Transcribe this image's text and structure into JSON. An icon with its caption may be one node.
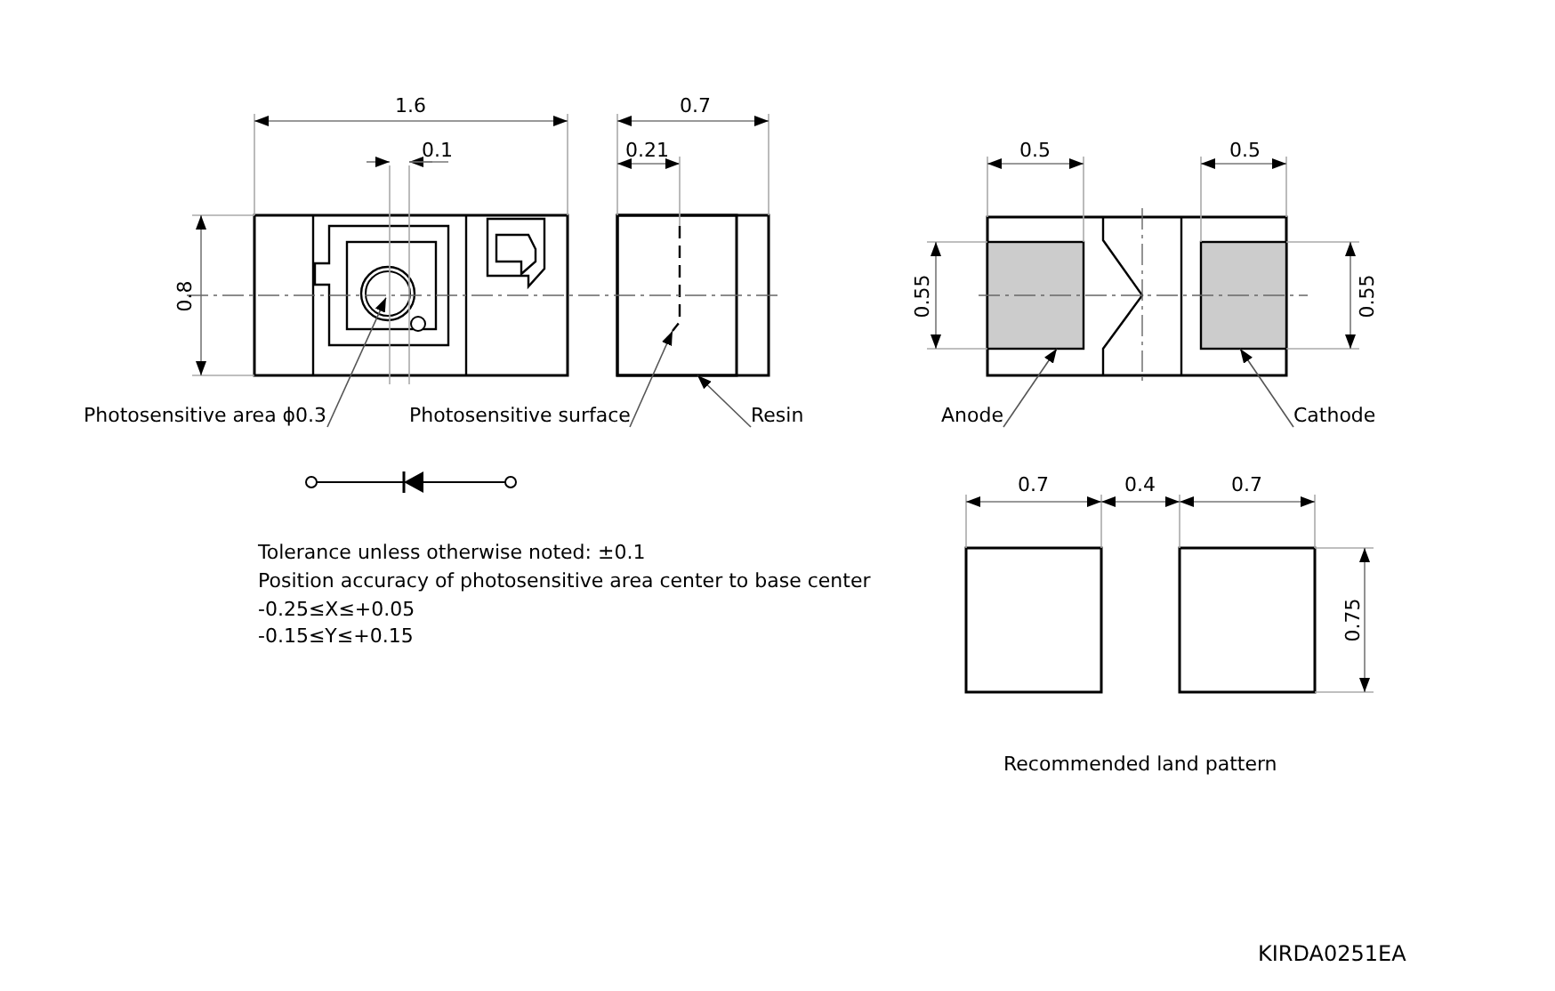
{
  "diagram": {
    "nodes": [
      {
        "text": [
          "Photosensitive area ϕ0.3"
        ]
      },
      {
        "text": [],
        "shape": "circle"
      },
      {
        "text": [
          "Photosensitive surface"
        ]
      },
      {
        "text": [
          "Resin"
        ]
      },
      {
        "text": [],
        "shape": "box"
      },
      {
        "text": [
          "Anode"
        ]
      },
      {
        "text": [],
        "shape": "box"
      },
      {
        "text": [
          "Cathode"
        ]
      },
      {
        "text": [],
        "shape": "box"
      },
      {
        "text": [],
        "shape": "line",
        "in": 4
      }
    ],
    "edges": [
      {
        "from": 0,
        "to": 1,
        "arrow": "to"
      },
      {
        "from": 2,
        "to": 9,
        "arrow": "to"
      },
      {
        "from": 3,
        "to": 4,
        "arrow": "to"
      },
      {
        "from": 5,
        "to": 6,
        "arrow": "to"
      },
      {
        "from": 7,
        "to": 8,
        "arrow": "to"
      }
    ],
    "labels": [
      "1.6",
      "0.7",
      "0.1",
      "0.21",
      "0.5",
      "0.5",
      "0.8",
      "0.55",
      "0.55",
      "Tolerance unless otherwise noted: ±0.1",
      "Position accuracy of photosensitive area center to base center",
      "-0.25≤X≤+0.05",
      "-0.15≤Y≤+0.15",
      "0.7",
      "0.4",
      "0.7",
      "0.75",
      "Recommended land pattern",
      "KIRDA0251EA"
    ]
  }
}
